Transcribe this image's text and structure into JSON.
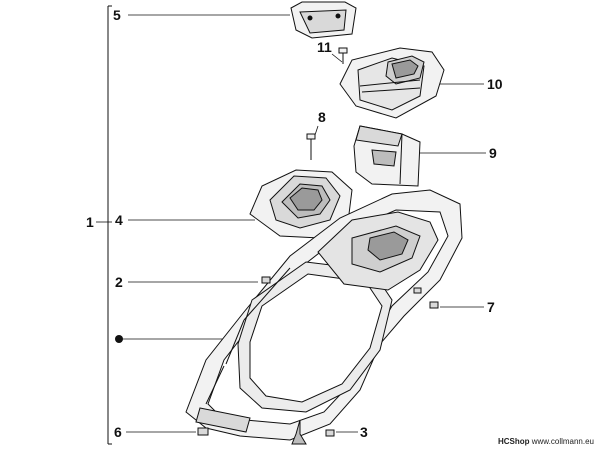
{
  "diagram": {
    "callouts": {
      "c1": "1",
      "c2": "2",
      "c3": "3",
      "c4": "4",
      "c5": "5",
      "c6": "6",
      "c7": "7",
      "c8": "8",
      "c9": "9",
      "c10": "10",
      "c11": "11"
    }
  },
  "watermark": {
    "brand": "HCShop",
    "site": "www.collmann.eu"
  },
  "colors": {
    "ink": "#111111",
    "fill_light": "#f2f2f2",
    "fill_mid": "#d9d9d9",
    "fill_dark": "#9a9a9a"
  }
}
